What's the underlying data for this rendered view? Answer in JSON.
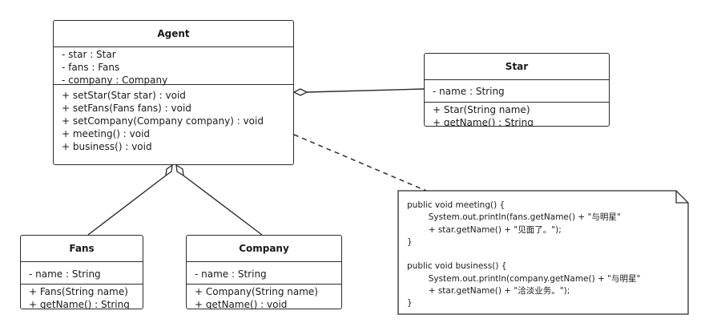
{
  "classes": {
    "agent": {
      "name": "Agent",
      "attributes": [
        "- star : Star",
        "- fans : Fans",
        "- company : Company"
      ],
      "operations": [
        "+ setStar(Star star) : void",
        "+ setFans(Fans fans) : void",
        "+ setCompany(Company company) : void",
        "+ meeting() : void",
        "+ business() : void"
      ]
    },
    "star": {
      "name": "Star",
      "attributes": [
        "- name : String"
      ],
      "operations": [
        "+ Star(String name)",
        "+ getName() : String"
      ]
    },
    "fans": {
      "name": "Fans",
      "attributes": [
        "- name : String"
      ],
      "operations": [
        "+ Fans(String name)",
        "+ getName() : String"
      ]
    },
    "company": {
      "name": "Company",
      "attributes": [
        "- name : String"
      ],
      "operations": [
        "+ Company(String name)",
        "+ getName() : void"
      ]
    }
  },
  "note": {
    "lines": [
      "public void meeting() {",
      "        System.out.println(fans.getName() + \"与明星\"",
      "        + star.getName() + \"见面了。\");",
      "}",
      "",
      "public void business() {",
      "        System.out.println(company.getName() + \"与明星\"",
      "        + star.getName() + \"洽淡业务。\");",
      "}"
    ]
  },
  "relations": [
    {
      "type": "aggregation",
      "whole": "Agent",
      "part": "Star"
    },
    {
      "type": "aggregation",
      "whole": "Agent",
      "part": "Fans"
    },
    {
      "type": "aggregation",
      "whole": "Agent",
      "part": "Company"
    },
    {
      "type": "note-link",
      "from": "Agent",
      "to": "note"
    }
  ],
  "colors": {
    "stroke": "#2b2b2b",
    "background": "#ffffff"
  }
}
